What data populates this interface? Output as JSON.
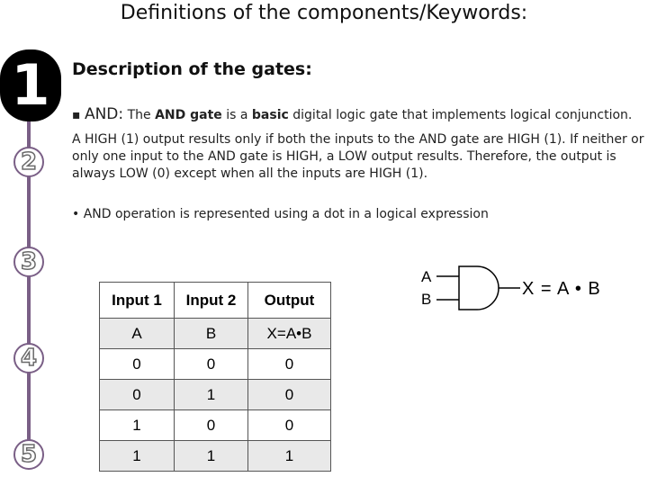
{
  "title": "Definitions of the components/Keywords:",
  "steps": [
    "1",
    "2",
    "3",
    "4",
    "5"
  ],
  "heading": "Description of the gates:",
  "and_section": {
    "bullet": "▪",
    "lead": "AND:",
    "text_a": "The",
    "text_gate": "AND gate",
    "text_b": "is a",
    "text_basic": "basic",
    "text_c": "digital logic gate that implements logical conjunction.",
    "text_d": "A HIGH (1) output results only if both the inputs to the AND gate are HIGH (1). If neither or only one input to the AND gate is HIGH, a LOW output results. Therefore, the output is always LOW (0) except when all the inputs are HIGH (1)."
  },
  "note": "• AND operation is represented using a dot in a logical expression",
  "diagram": {
    "input_a": "A",
    "input_b": "B",
    "expression": "X = A • B"
  },
  "truth_table": {
    "headers": [
      "Input 1",
      "Input 2",
      "Output"
    ],
    "rows": [
      [
        "A",
        "B",
        "X=A•B"
      ],
      [
        "0",
        "0",
        "0"
      ],
      [
        "0",
        "1",
        "0"
      ],
      [
        "1",
        "0",
        "0"
      ],
      [
        "1",
        "1",
        "1"
      ]
    ]
  }
}
